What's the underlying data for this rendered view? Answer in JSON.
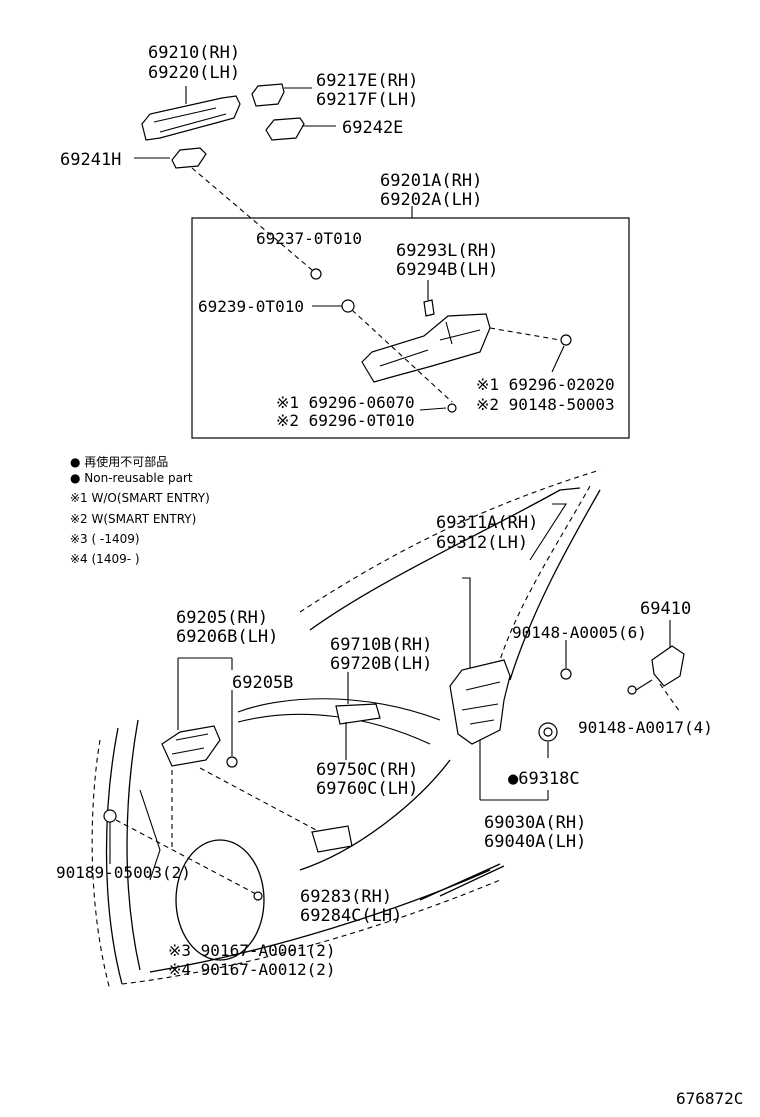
{
  "labels": {
    "p1a": "69210(RH)",
    "p1b": "69220(LH)",
    "p2a": "69217E(RH)",
    "p2b": "69217F(LH)",
    "p3": "69242E",
    "p4": "69241H",
    "p5a": "69201A(RH)",
    "p5b": "69202A(LH)",
    "p6": "69237-0T010",
    "p7a": "69293L(RH)",
    "p7b": "69294B(LH)",
    "p8": "69239-0T010",
    "p9a": "※1 69296-02020",
    "p9b": "※2 90148-50003",
    "p10a": "※1 69296-06070",
    "p10b": "※2 69296-0T010",
    "p11a": "69311A(RH)",
    "p11b": "69312(LH)",
    "p12": "69410",
    "p13": "90148-A0005(6)",
    "p14": "90148-A0017(4)",
    "p15a": "69205(RH)",
    "p15b": "69206B(LH)",
    "p16": "69205B",
    "p17a": "69710B(RH)",
    "p17b": "69720B(LH)",
    "p18a": "69750C(RH)",
    "p18b": "69760C(LH)",
    "p19": "●69318C",
    "p20a": "69030A(RH)",
    "p20b": "69040A(LH)",
    "p21": "90189-05003(2)",
    "p22a": "69283(RH)",
    "p22b": "69284C(LH)",
    "p23a": "※3 90167-A0001(2)",
    "p23b": "※4 90167-A0012(2)"
  },
  "legend": {
    "jp": "● 再使用不可部品",
    "en": "● Non-reusable part",
    "n1": "※1 W/O(SMART ENTRY)",
    "n2": "※2 W(SMART ENTRY)",
    "n3": "※3 (      -1409)",
    "n4": "※4 (1409-      )"
  },
  "footer": {
    "code": "676872C"
  }
}
